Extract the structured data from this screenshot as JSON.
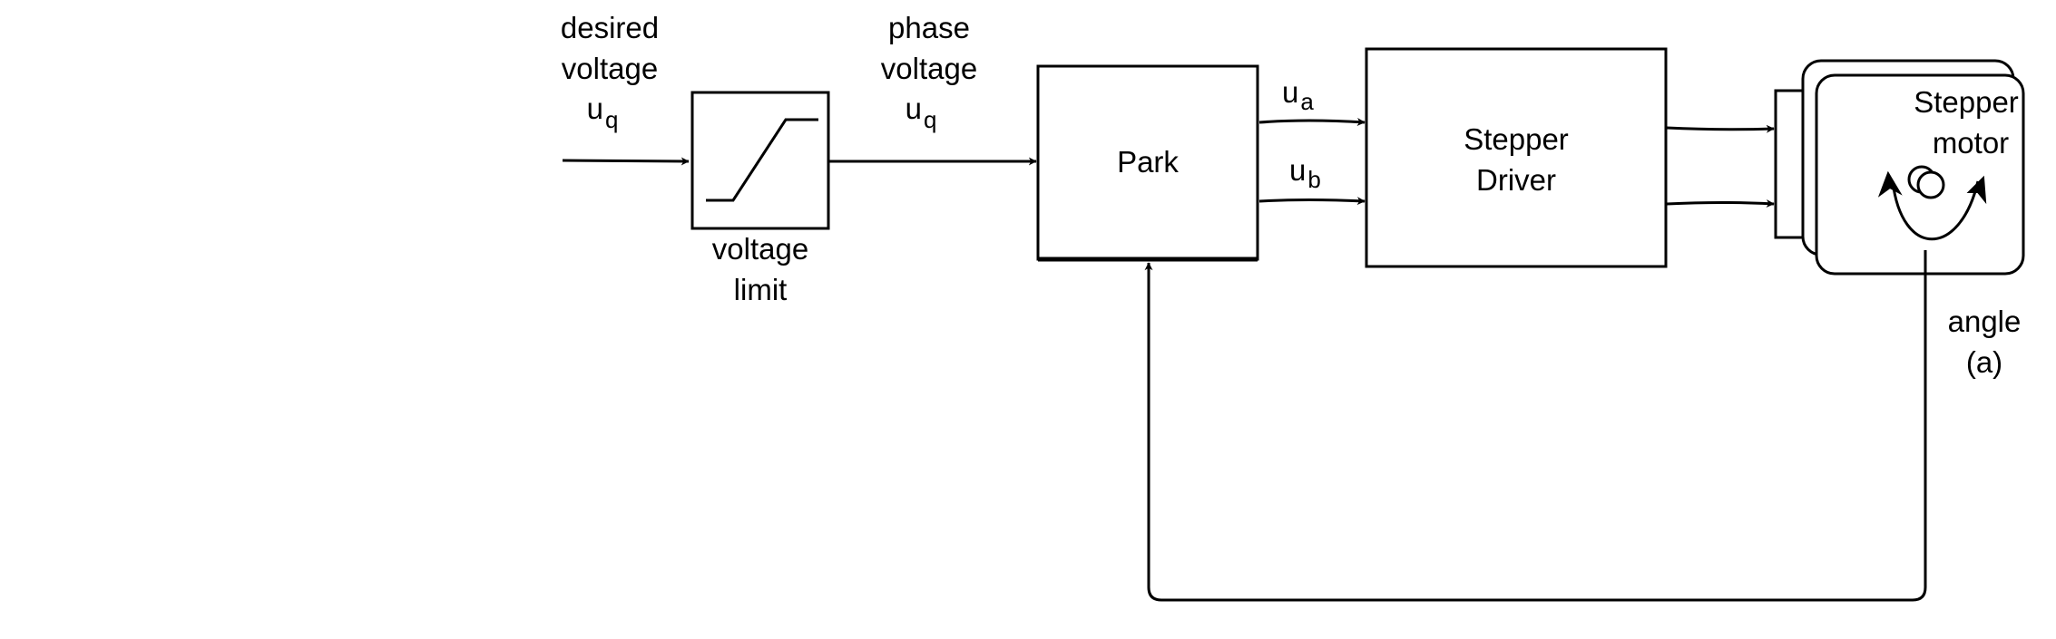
{
  "input_label": {
    "line1": "desired",
    "line2": "voltage",
    "symbol": "u",
    "subscript": "q"
  },
  "phase_label": {
    "line1": "phase",
    "line2": "voltage",
    "symbol": "u",
    "subscript": "q"
  },
  "voltage_limit_label": {
    "line1": "voltage",
    "line2": "limit"
  },
  "park_block": {
    "label": "Park"
  },
  "ua_label": {
    "symbol": "u",
    "subscript": "a"
  },
  "ub_label": {
    "symbol": "u",
    "subscript": "b"
  },
  "driver_block": {
    "line1": "Stepper",
    "line2": "Driver"
  },
  "motor_block": {
    "line1": "Stepper",
    "line2": "motor"
  },
  "feedback_label": {
    "line1": "angle",
    "line2": "(a)"
  }
}
